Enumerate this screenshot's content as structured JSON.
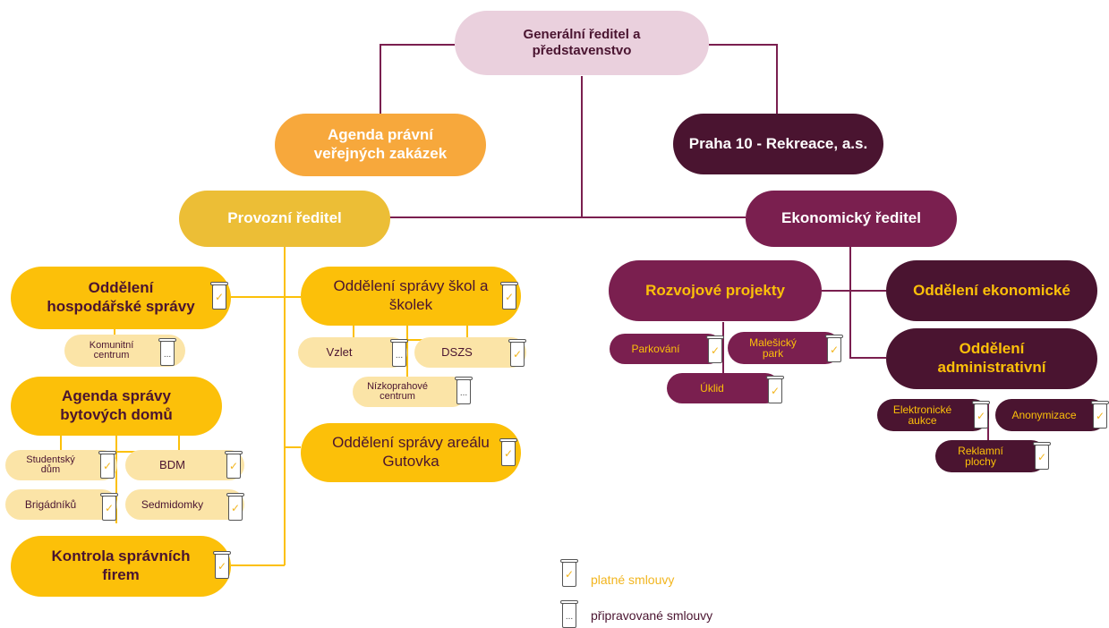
{
  "nodes": {
    "ceo": "Generální ředitel a představenstvo",
    "agenda_pravni": "Agenda právní veřejných zakázek",
    "praha10": "Praha 10 - Rekreace, a.s.",
    "provozni": "Provozní ředitel",
    "ekonomicky": "Ekonomický ředitel",
    "hospodarske": "Oddělení hospodářské správy",
    "komunitni": "Komunitní centrum",
    "skol": "Oddělení správy škol a školek",
    "vzlet": "Vzlet",
    "dszs": "DSZS",
    "nizkoprah": "Nízkoprahové centrum",
    "bytovych": "Agenda správy bytových domů",
    "studentsky": "Studentský dům",
    "bdm": "BDM",
    "brigadniku": "Brigádníků",
    "sedmidomky": "Sedmidomky",
    "gutovka": "Oddělení správy areálu Gutovka",
    "kontrola": "Kontrola správních firem",
    "rozvojove": "Rozvojové projekty",
    "parkovani": "Parkování",
    "malesicky": "Malešický park",
    "uklid": "Úklid",
    "ekonomicke": "Oddělení ekonomické",
    "administrativni": "Oddělení administrativní",
    "elektronicke": "Elektronické aukce",
    "anonymizace": "Anonymizace",
    "reklamni": "Reklamní plochy"
  },
  "legend": {
    "valid": "platné smlouvy",
    "prepared": "připravované smlouvy"
  },
  "colors": {
    "pink": "#ead0dd",
    "orange": "#f7a83c",
    "mustard": "#ecbe36",
    "dark": "#4a1430",
    "wine": "#7a1f4f",
    "gold": "#fcc009",
    "cream": "#fbe4a7",
    "line_wine": "#7a1f4f",
    "line_gold": "#fcc009"
  }
}
